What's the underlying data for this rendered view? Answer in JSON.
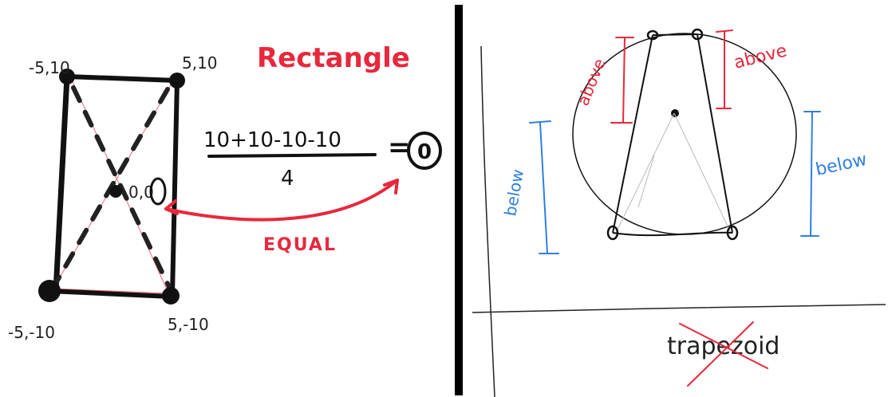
{
  "left_panel": {
    "title": "Rectangle",
    "corners": {
      "top_left": "-5,10",
      "top_right": "5,10",
      "bottom_left": "-5,-10",
      "bottom_right": "5,-10"
    },
    "center_label": "0,0",
    "fraction": {
      "numerator": "10+10-10-10",
      "denominator": "4"
    },
    "equals_sign": "=",
    "result": "0",
    "arrow_label": "EQUAL"
  },
  "right_panel": {
    "above_left": "above",
    "above_right": "above",
    "below_left": "below",
    "below_right": "below",
    "crossed_word": "trapezoid"
  },
  "colors": {
    "ink": "#111111",
    "red": "#e8283c",
    "blue": "#2f7fe0",
    "divider": "#000000"
  }
}
